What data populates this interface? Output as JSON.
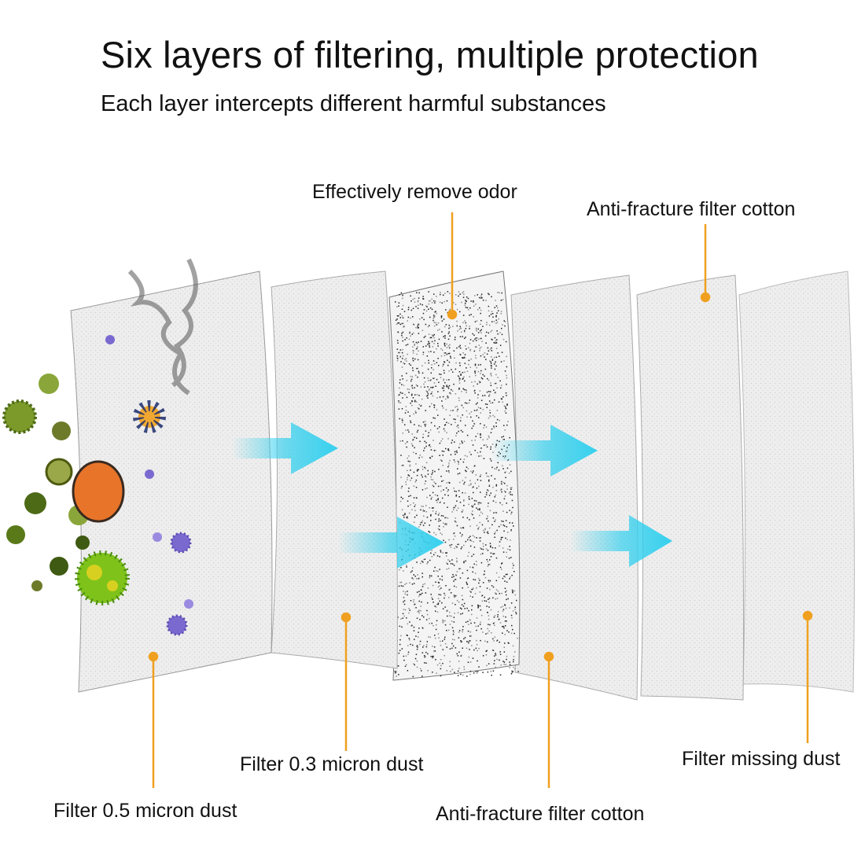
{
  "header": {
    "title": "Six layers of filtering, multiple protection",
    "subtitle": "Each layer intercepts different harmful substances"
  },
  "labels": {
    "layer1": "Filter 0.5 micron dust",
    "layer2": "Filter 0.3 micron dust",
    "layer3": "Effectively remove odor",
    "layer4": "Anti-fracture filter cotton",
    "layer5": "Anti-fracture filter cotton",
    "layer6": "Filter missing dust"
  },
  "colors": {
    "leader": "#f0a020",
    "arrow": "#35d0ee",
    "panel": "#ececec",
    "germ_green": "#6a8a1e",
    "germ_purple": "#7a6ad0",
    "germ_orange": "#e8742a"
  }
}
